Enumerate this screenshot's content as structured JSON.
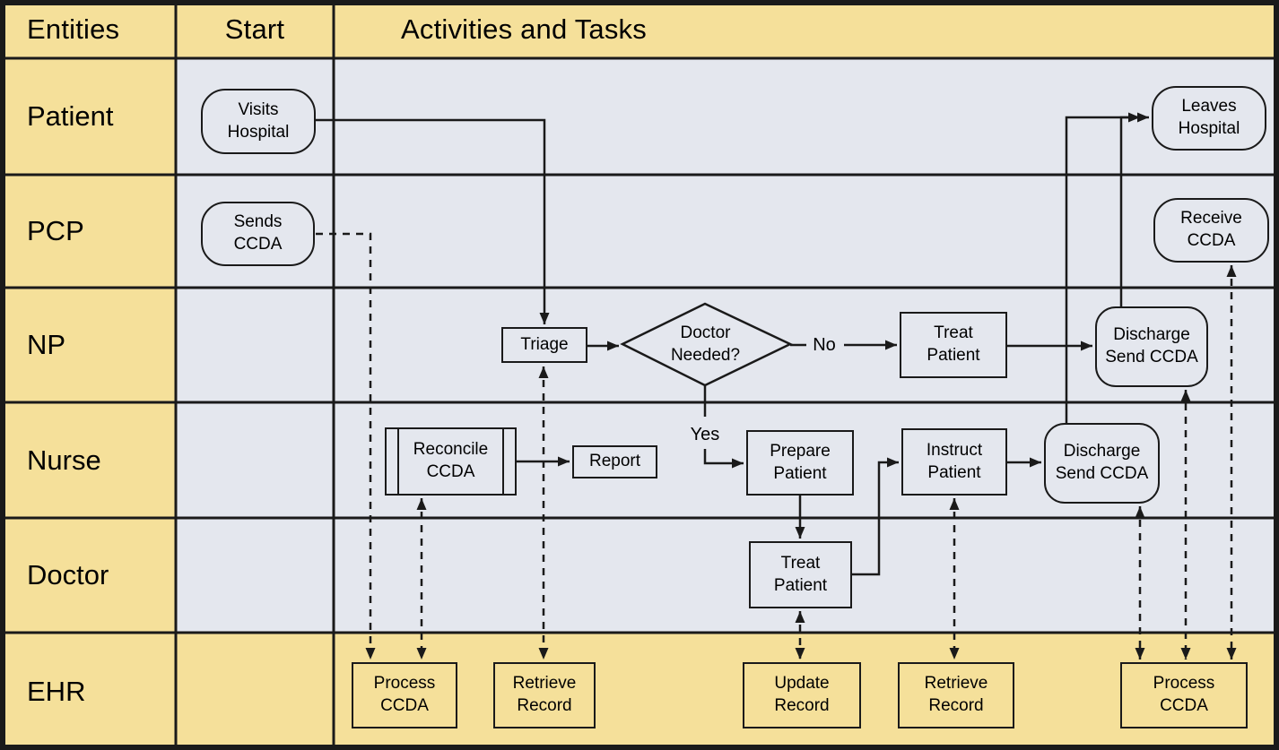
{
  "header": {
    "entities": "Entities",
    "start": "Start",
    "activities": "Activities and Tasks"
  },
  "lanes": [
    {
      "label": "Patient"
    },
    {
      "label": "PCP"
    },
    {
      "label": "NP"
    },
    {
      "label": "Nurse"
    },
    {
      "label": "Doctor"
    },
    {
      "label": "EHR"
    }
  ],
  "nodes": {
    "visits_hospital": "Visits\nHospital",
    "leaves_hospital": "Leaves\nHospital",
    "sends_ccda": "Sends\nCCDA",
    "receive_ccda": "Receive\nCCDA",
    "triage": "Triage",
    "doctor_needed": "Doctor\nNeeded?",
    "treat_patient_np": "Treat\nPatient",
    "discharge_send_ccda_np": "Discharge\nSend CCDA",
    "reconcile_ccda": "Reconcile\nCCDA",
    "report": "Report",
    "prepare_patient": "Prepare\nPatient",
    "instruct_patient": "Instruct\nPatient",
    "discharge_send_ccda_nurse": "Discharge\nSend CCDA",
    "treat_patient_doctor": "Treat\nPatient",
    "process_ccda_1": "Process\nCCDA",
    "retrieve_record_1": "Retrieve\nRecord",
    "update_record": "Update\nRecord",
    "retrieve_record_2": "Retrieve\nRecord",
    "process_ccda_2": "Process\nCCDA"
  },
  "labels": {
    "yes": "Yes",
    "no": "No"
  },
  "colors": {
    "lane_yellow": "#F5E09A",
    "activity_blue": "#E4E7EE",
    "line_ink": "#1A1A1A"
  }
}
